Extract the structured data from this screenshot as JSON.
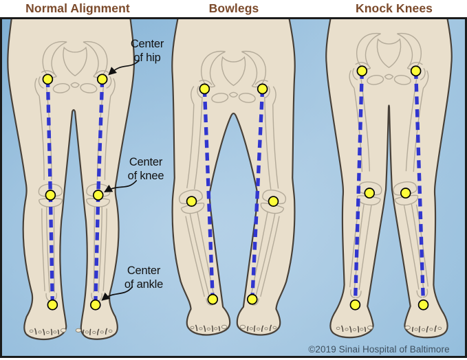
{
  "figures": [
    {
      "id": "normal-alignment",
      "title": "Normal Alignment",
      "markers": [
        "hip",
        "knee",
        "ankle"
      ]
    },
    {
      "id": "bowlegs",
      "title": "Bowlegs",
      "markers": [
        "hip",
        "knee",
        "ankle"
      ]
    },
    {
      "id": "knock-knees",
      "title": "Knock Knees",
      "markers": [
        "hip",
        "knee",
        "ankle"
      ]
    }
  ],
  "annotations": {
    "hip": {
      "line1": "Center",
      "line2": "of hip"
    },
    "knee": {
      "line1": "Center",
      "line2": "of knee"
    },
    "ankle": {
      "line1": "Center",
      "line2": "of ankle"
    }
  },
  "footer": {
    "copyright": "©2019 Sinai Hospital of Baltimore"
  },
  "colors": {
    "background_blue_light": "#a9cae3",
    "background_blue_edge": "#80b0d4",
    "skin": "#e9dfcc",
    "body_outline": "#474038",
    "bone_line": "#b3aa99",
    "alignment_line_blue": "#3136cf",
    "marker_yellow": "#fdfd3a",
    "title_brown": "#7b4a2b",
    "annotation_text": "#111111",
    "copyright_text": "#3e4f5e",
    "frame_border": "#1b1b1b"
  }
}
